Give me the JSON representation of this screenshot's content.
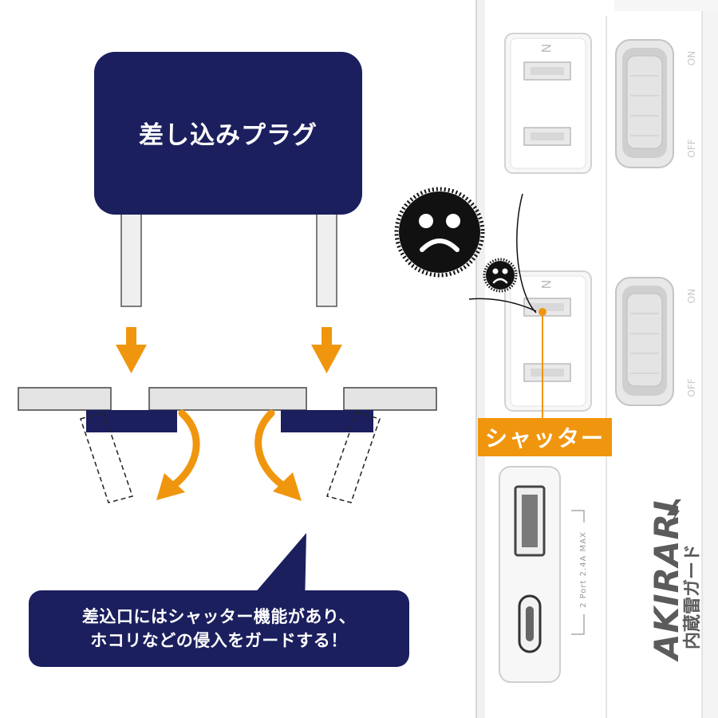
{
  "plug": {
    "label": "差し込みプラグ"
  },
  "callout": {
    "line1": "差込口にはシャッター機能があり、",
    "line2": "ホコリなどの侵入をガードする！"
  },
  "shutter": {
    "label": "シャッター"
  },
  "outlet": {
    "polarity_mark": "N",
    "switch_on": "ON",
    "switch_off": "OFF"
  },
  "usb": {
    "rating": "2 Port 2.4A MAX"
  },
  "brand": {
    "name": "AKIRARI",
    "sub": "内蔵雷ガード"
  },
  "colors": {
    "navy": "#1b1f5e",
    "orange": "#f0960e",
    "dust": "#111111"
  },
  "icons": [
    "down-arrow-icon",
    "curved-arrow-icon",
    "sad-dust-icon",
    "lightning-icon"
  ]
}
